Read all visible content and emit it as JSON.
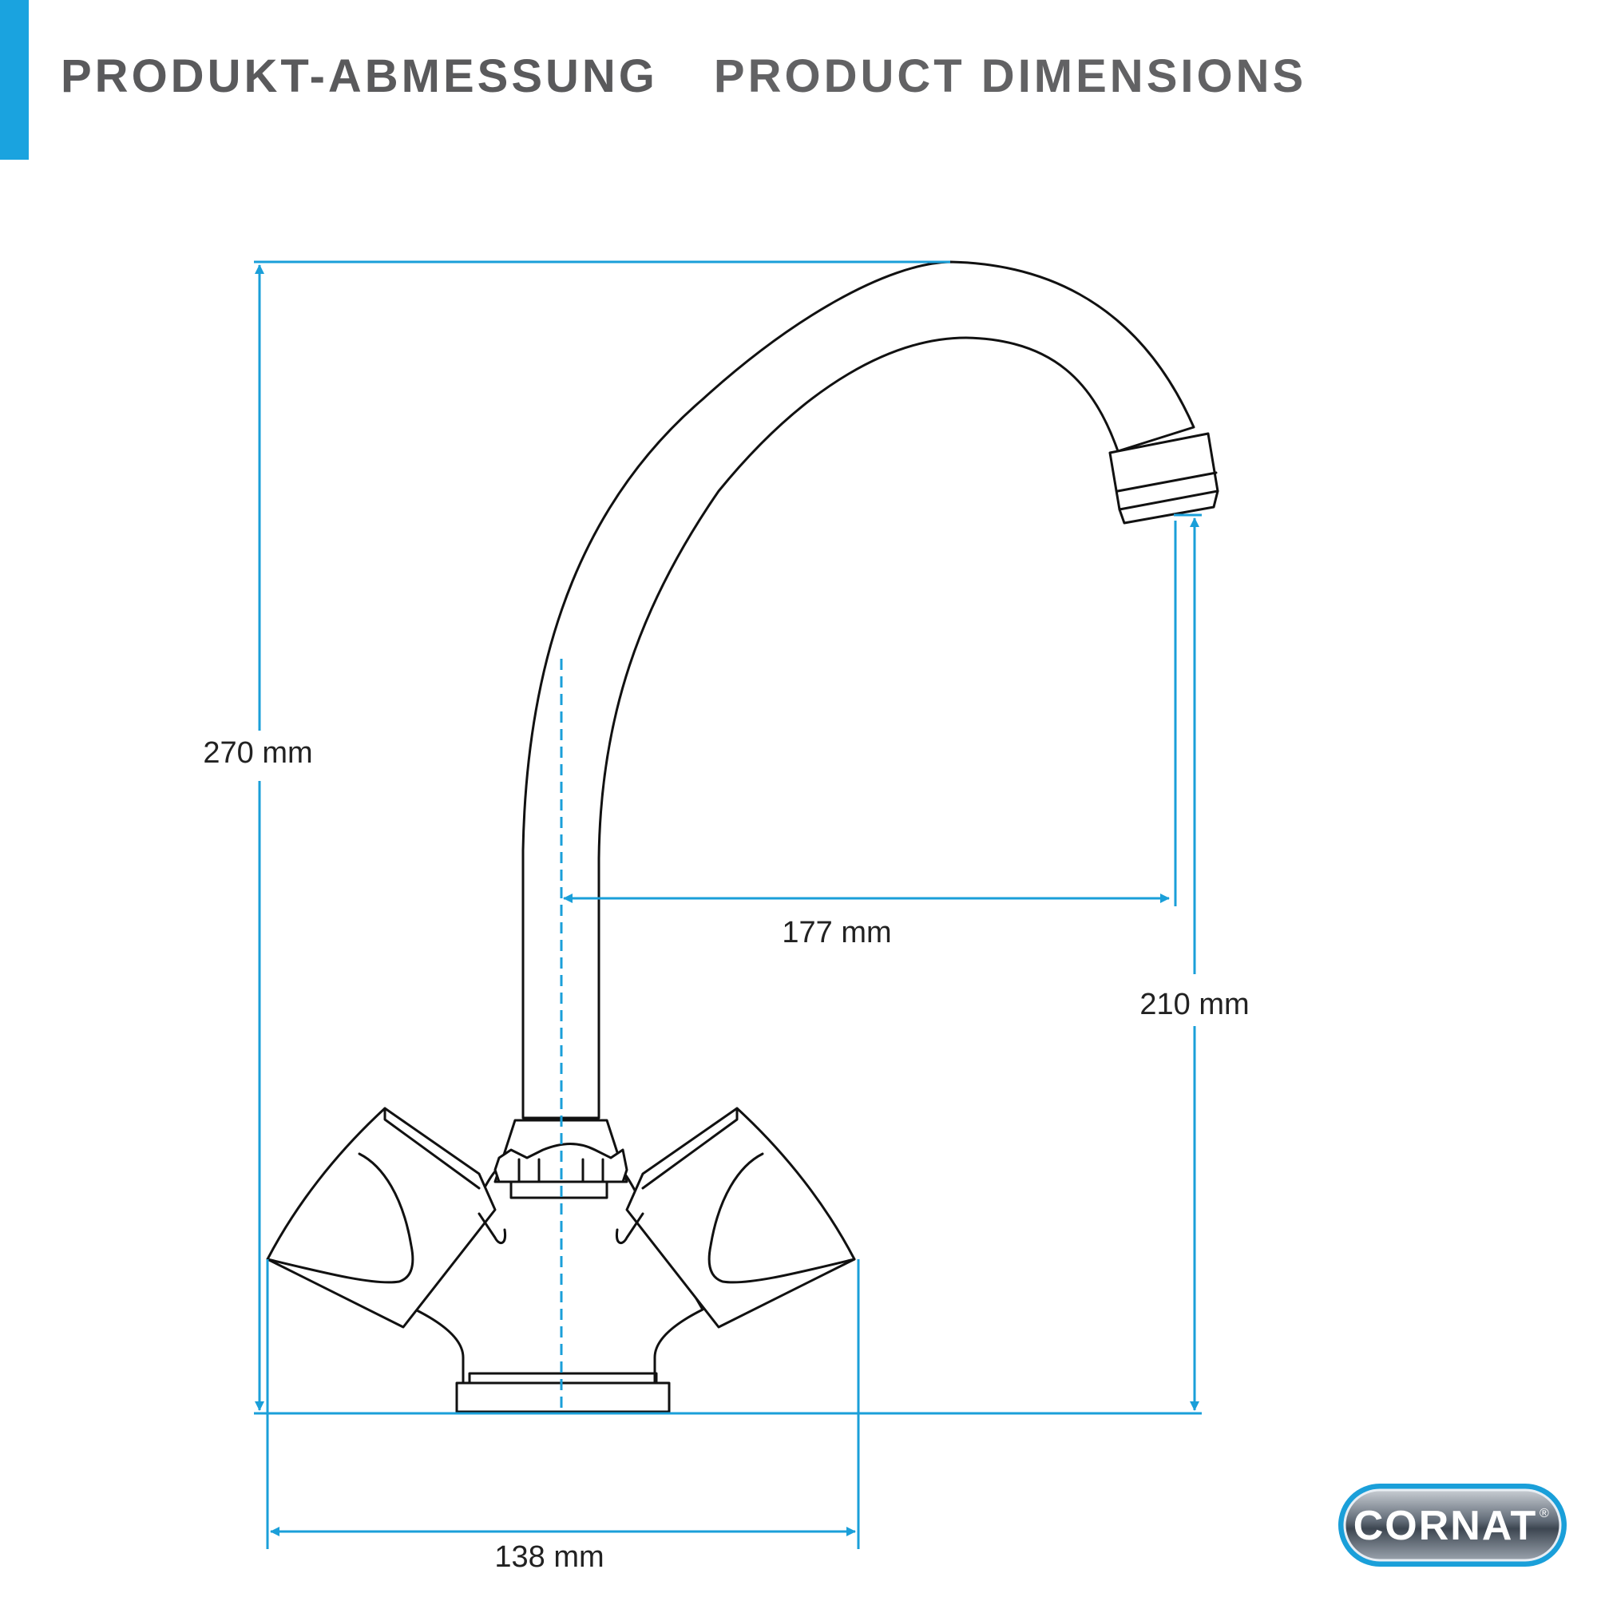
{
  "header": {
    "title_de": "PRODUKT-ABMESSUNG",
    "title_en": "PRODUCT DIMENSIONS"
  },
  "dimensions": {
    "total_height": "270 mm",
    "spout_reach": "177 mm",
    "spout_outlet_height": "210 mm",
    "base_width": "138 mm"
  },
  "brand": {
    "name": "CORNAT",
    "registered_mark": "®"
  },
  "colors": {
    "accent": "#1aa3df",
    "dimension_lines": "#1a9fd9",
    "outline": "#111111",
    "text": "#5a5a5c"
  },
  "icons": {
    "product": "faucet-outline-icon",
    "logo": "cornat-logo-icon"
  }
}
